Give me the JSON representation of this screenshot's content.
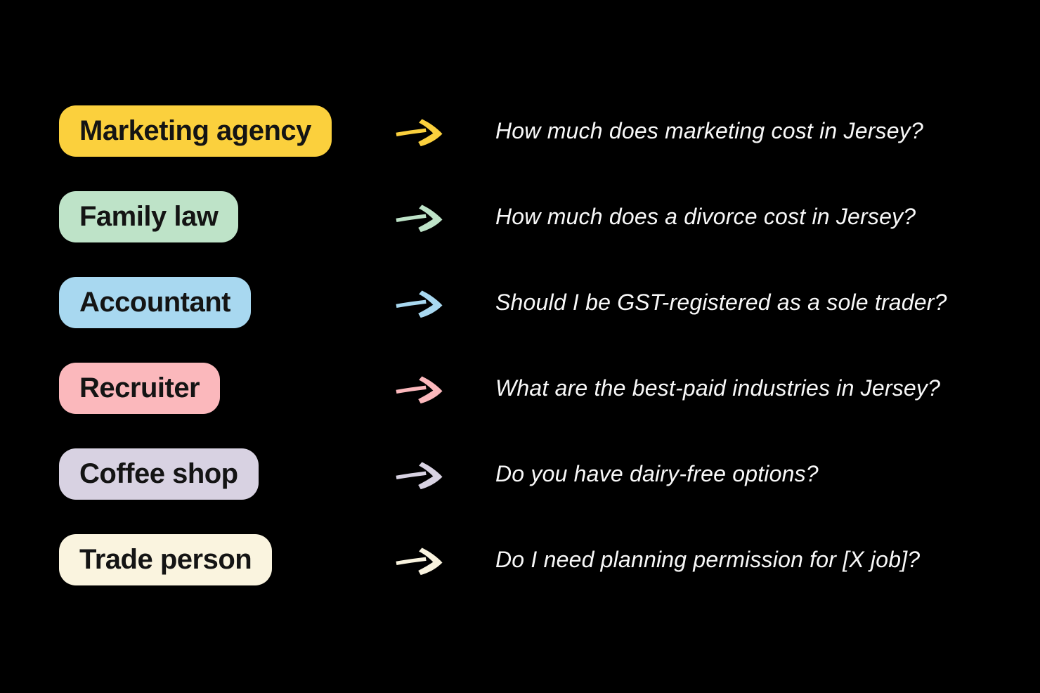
{
  "page": {
    "background": "#000000",
    "question_text_color": "#f8f8f8",
    "badge_text_color": "#141414"
  },
  "icons": {
    "arrow": "hand-drawn-right-arrow"
  },
  "rows": [
    {
      "label": "Marketing agency",
      "question": "How much does marketing cost in Jersey?",
      "color": "#FBD03D"
    },
    {
      "label": "Family law",
      "question": "How much does a divorce cost in Jersey?",
      "color": "#BEE3C8"
    },
    {
      "label": "Accountant",
      "question": "Should I be GST-registered as a sole trader?",
      "color": "#A8D8F0"
    },
    {
      "label": "Recruiter",
      "question": "What are the best-paid industries in Jersey?",
      "color": "#FBB8BC"
    },
    {
      "label": "Coffee shop",
      "question": "Do you have dairy-free options?",
      "color": "#D8D2E2"
    },
    {
      "label": "Trade person",
      "question": "Do I need planning permission for [X job]?",
      "color": "#FAF4DF"
    }
  ]
}
